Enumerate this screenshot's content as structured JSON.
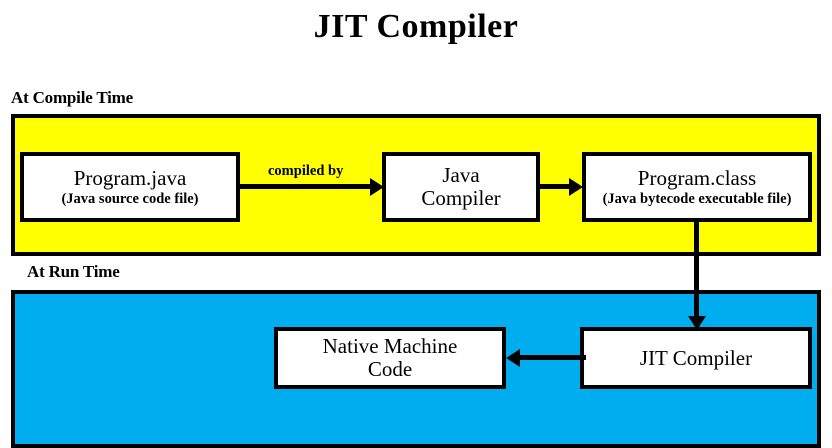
{
  "title": "JIT Compiler",
  "phases": [
    {
      "caption": "At Compile Time",
      "band_color": "#ffff00"
    },
    {
      "caption": "At Run Time",
      "band_color": "#00aeef"
    }
  ],
  "nodes": {
    "program_java": {
      "title": "Program.java",
      "subtitle": "(Java source code file)"
    },
    "java_compiler": {
      "line1": "Java",
      "line2": "Compiler"
    },
    "program_class": {
      "title": "Program.class",
      "subtitle": "(Java bytecode executable file)"
    },
    "native_code": {
      "line1": "Native Machine",
      "line2": "Code"
    },
    "jit_compiler": {
      "title": "JIT Compiler"
    }
  },
  "edges": {
    "compiled_by_label": "compiled by"
  },
  "colors": {
    "compile_band": "#ffff00",
    "run_band": "#00aeef",
    "stroke": "#000000",
    "node_fill": "#ffffff",
    "background": "#ffffff"
  }
}
